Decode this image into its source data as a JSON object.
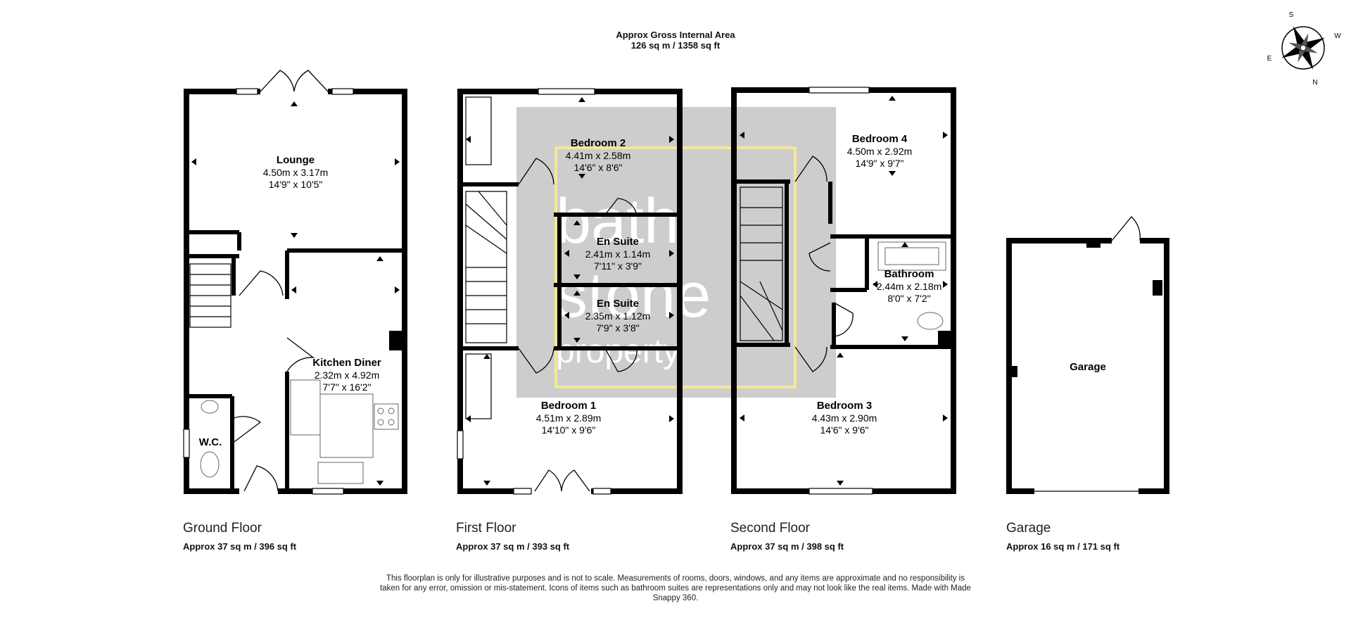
{
  "header": {
    "gross_label": "Approx Gross Internal Area",
    "gross_value": "126 sq m / 1358 sq ft"
  },
  "compass": {
    "icon": "compass-rose-icon",
    "n": "N",
    "s": "S",
    "e": "E",
    "w": "W"
  },
  "watermark": {
    "logo_text": [
      "bath",
      "stone",
      "property"
    ]
  },
  "rooms": {
    "lounge": {
      "name": "Lounge",
      "metric": "4.50m x 3.17m",
      "imperial": "14'9\" x 10'5\""
    },
    "kitchen": {
      "name": "Kitchen Diner",
      "metric": "2.32m x 4.92m",
      "imperial": "7'7\" x 16'2\""
    },
    "wc": {
      "name": "W.C."
    },
    "bedroom2": {
      "name": "Bedroom 2",
      "metric": "4.41m x 2.58m",
      "imperial": "14'6\" x 8'6\""
    },
    "ensuite1": {
      "name": "En Suite",
      "metric": "2.41m x 1.14m",
      "imperial": "7'11\" x 3'9\""
    },
    "ensuite2": {
      "name": "En Suite",
      "metric": "2.35m x 1.12m",
      "imperial": "7'9\" x 3'8\""
    },
    "bedroom1": {
      "name": "Bedroom 1",
      "metric": "4.51m x 2.89m",
      "imperial": "14'10\" x 9'6\""
    },
    "bedroom4": {
      "name": "Bedroom 4",
      "metric": "4.50m x 2.92m",
      "imperial": "14'9\" x 9'7\""
    },
    "bathroom": {
      "name": "Bathroom",
      "metric": "2.44m x 2.18m",
      "imperial": "8'0\" x 7'2\""
    },
    "bedroom3": {
      "name": "Bedroom 3",
      "metric": "4.43m x 2.90m",
      "imperial": "14'6\" x 9'6\""
    },
    "garage": {
      "name": "Garage"
    }
  },
  "floors": [
    {
      "title": "Ground Floor",
      "area": "Approx 37 sq m / 396 sq ft"
    },
    {
      "title": "First Floor",
      "area": "Approx 37 sq m / 393 sq ft"
    },
    {
      "title": "Second Floor",
      "area": "Approx 37 sq m / 398 sq ft"
    },
    {
      "title": "Garage",
      "area": "Approx 16 sq m / 171 sq ft"
    }
  ],
  "disclaimer": "This floorplan is only for illustrative purposes and is not to scale. Measurements of rooms, doors, windows, and any items are approximate and no responsibility is taken for any error, omission or mis-statement. Icons of items such as bathroom suites are representations only and may not look like the real items. Made with Made Snappy 360."
}
